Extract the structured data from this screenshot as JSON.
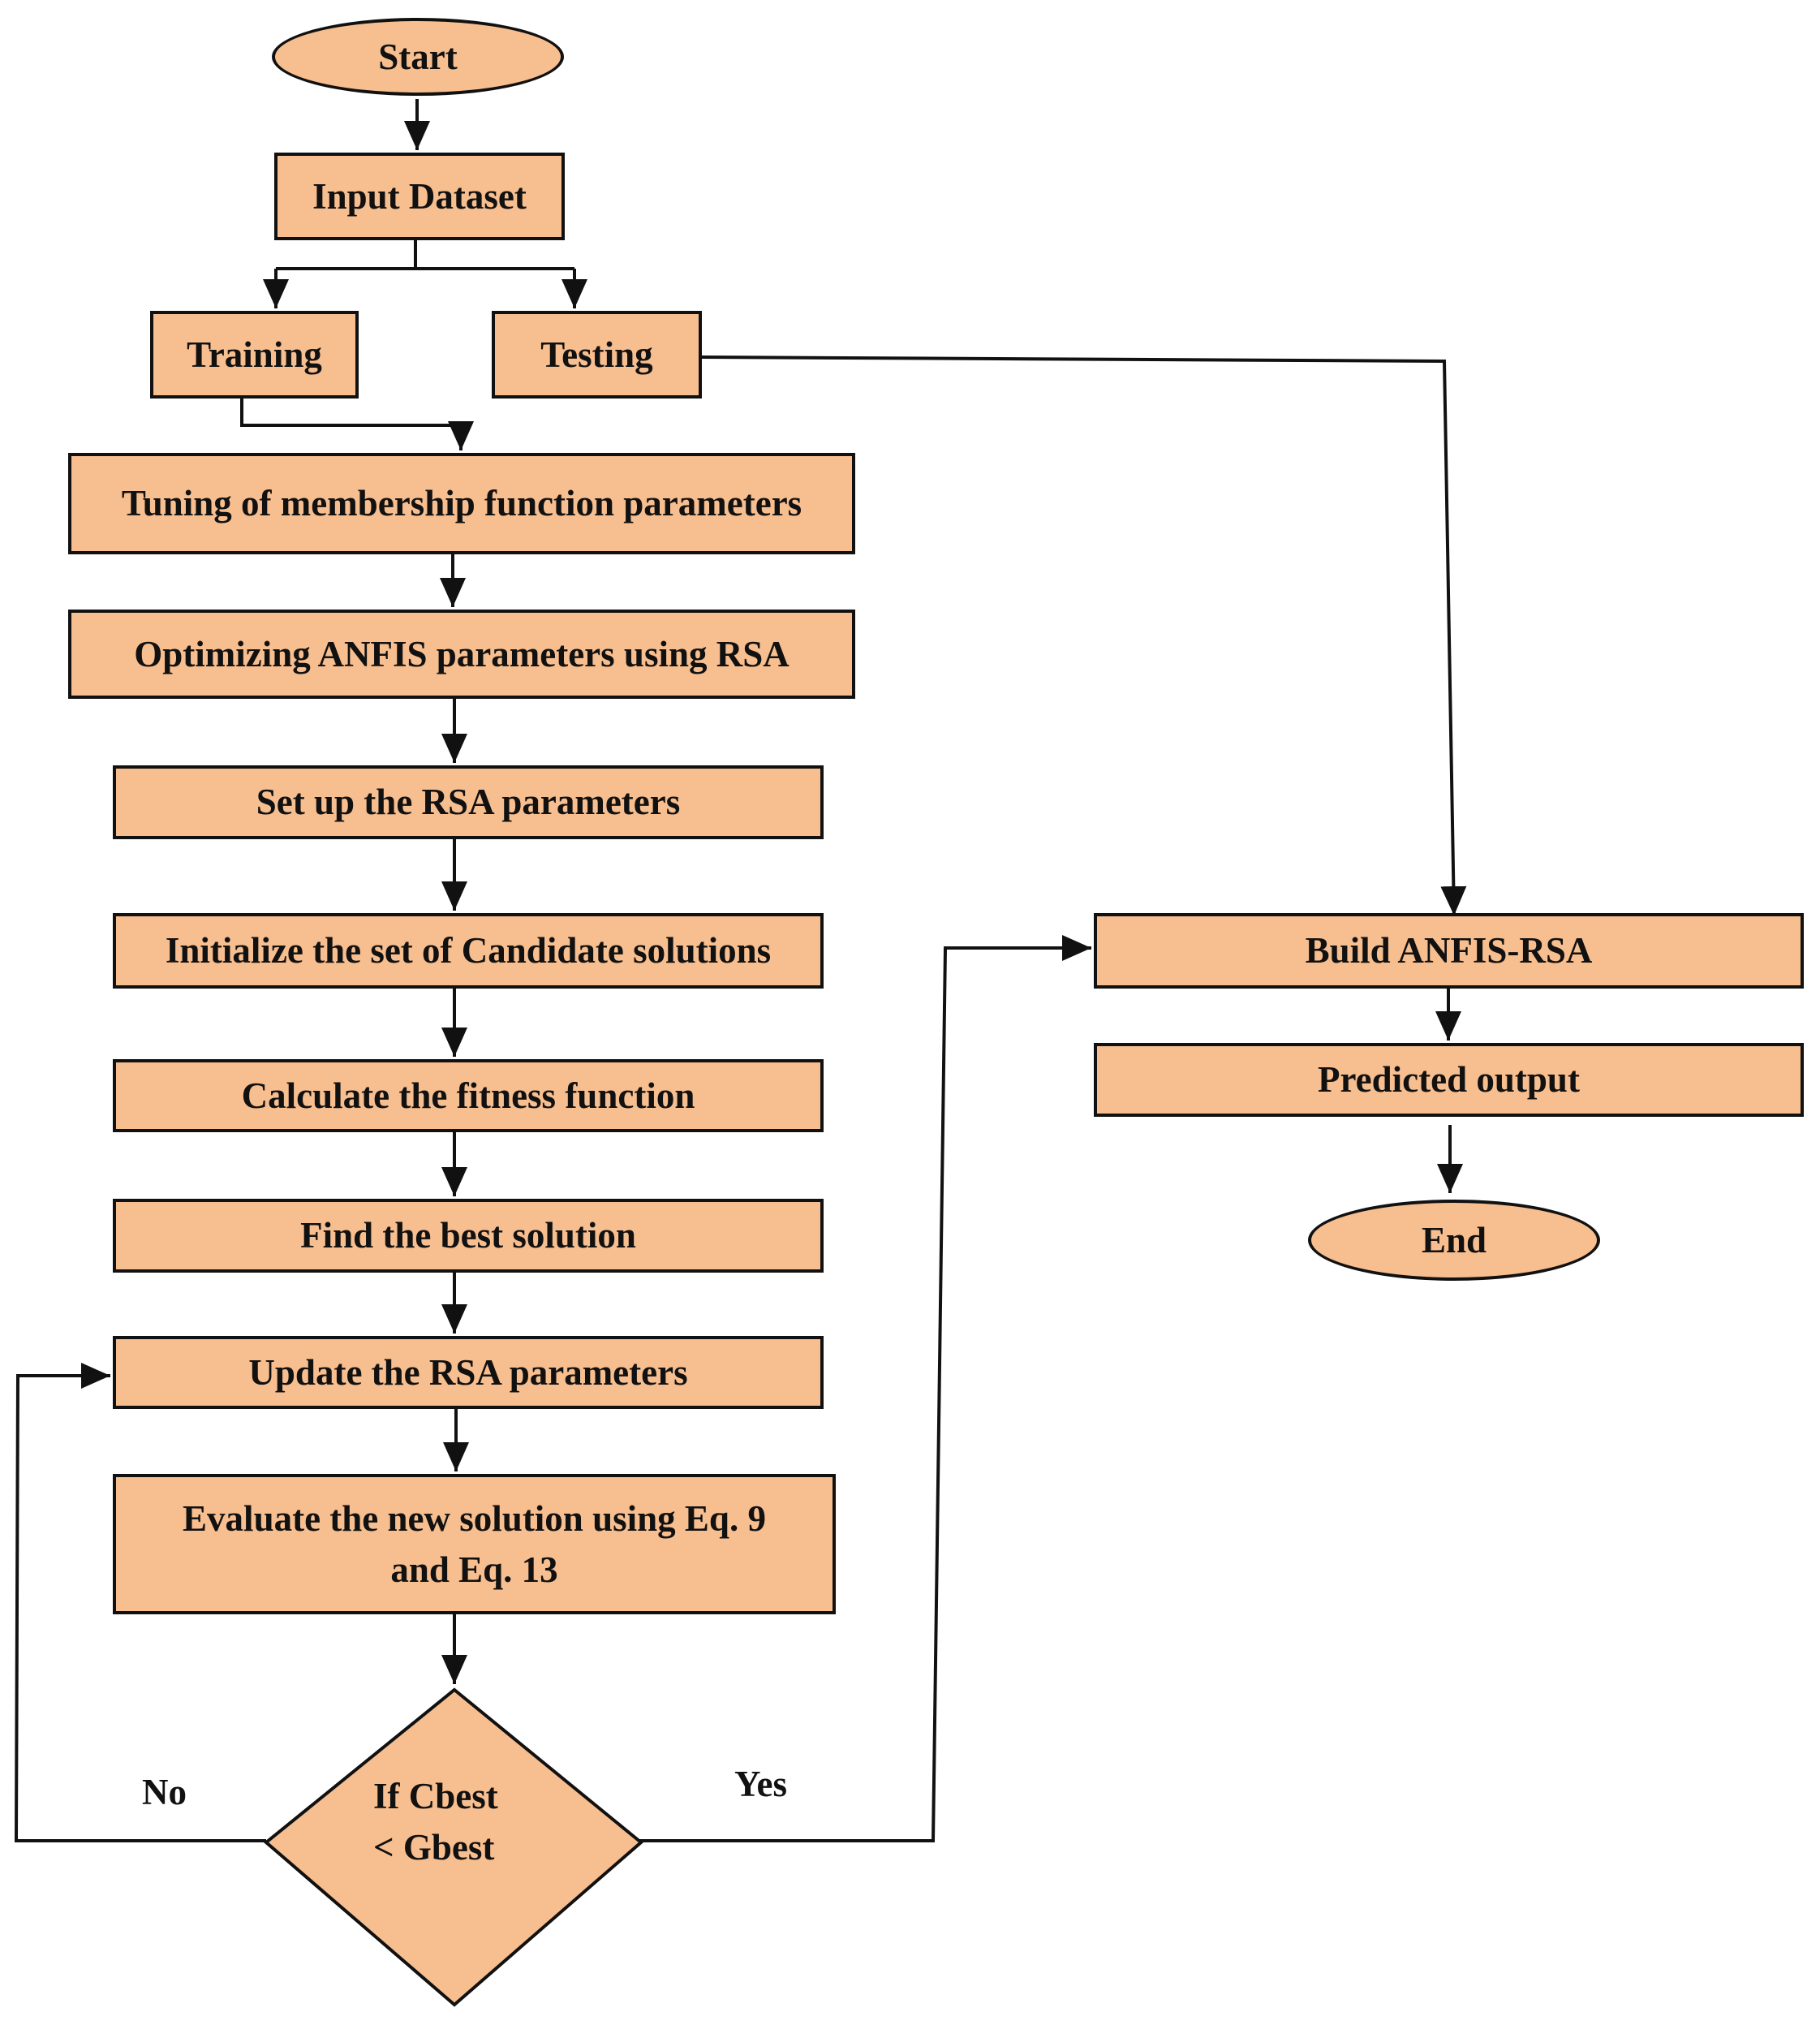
{
  "flowchart": {
    "start": "Start",
    "input_dataset": "Input Dataset",
    "training": "Training",
    "testing": "Testing",
    "tuning": "Tuning of membership function parameters",
    "optimizing": "Optimizing ANFIS parameters using RSA",
    "setup": "Set up the RSA parameters",
    "initialize": "Initialize the set of Candidate solutions",
    "fitness": "Calculate the fitness function",
    "best": "Find the best solution",
    "update": "Update the RSA parameters",
    "evaluate_line1": "Evaluate the new solution using Eq. 9",
    "evaluate_line2": "and Eq. 13",
    "decision_line1": "If  Cbest",
    "decision_line2": "< Gbest",
    "no": "No",
    "yes": "Yes",
    "build": "Build ANFIS-RSA",
    "predicted": "Predicted output",
    "end": "End"
  },
  "colors": {
    "node_fill": "#F7BE8F",
    "line": "#111111"
  }
}
